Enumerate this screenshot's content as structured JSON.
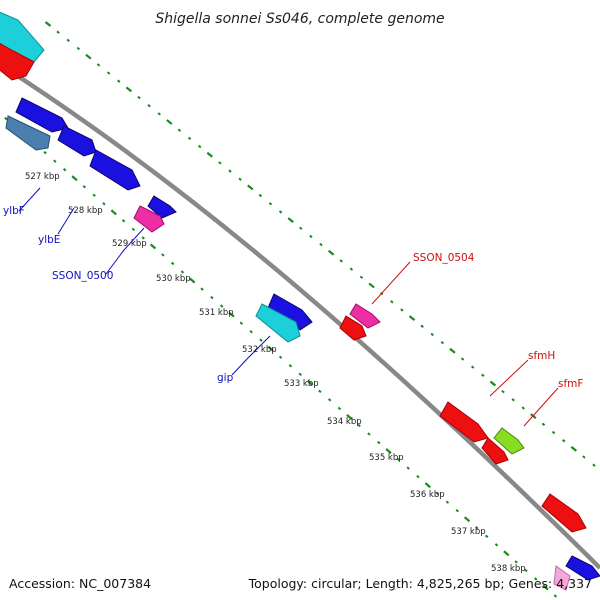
{
  "title": "Shigella sonnei Ss046, complete genome",
  "footer": {
    "accession": "Accession: NC_007384",
    "topology": "Topology: circular; Length: 4,825,265 bp; Genes: 4,337"
  },
  "ticks": [
    "527 kbp",
    "528 kbp",
    "529 kbp",
    "530 kbp",
    "531 kbp",
    "532 kbp",
    "533 kbp",
    "534 kbp",
    "535 kbp",
    "536 kbp",
    "537 kbp",
    "538 kbp"
  ],
  "gene_labels": {
    "ylbF": "ylbF",
    "ylbE": "ylbE",
    "SSON_0500": "SSON_0500",
    "gip": "gip",
    "SSON_0504": "SSON_0504",
    "sfmH": "sfmH",
    "sfmF": "sfmF"
  },
  "colors": {
    "backbone": "#888888",
    "dotted_track": "#1a8a1a",
    "blue_gene": "#1a10e0",
    "steel_gene": "#4a7fb0",
    "cyan_gene": "#1ccfd8",
    "red_gene": "#ee1010",
    "pink_gene": "#ee2ea6",
    "green_gene": "#88dd22",
    "label_blue": "#1010c0",
    "label_red": "#cc1010"
  }
}
